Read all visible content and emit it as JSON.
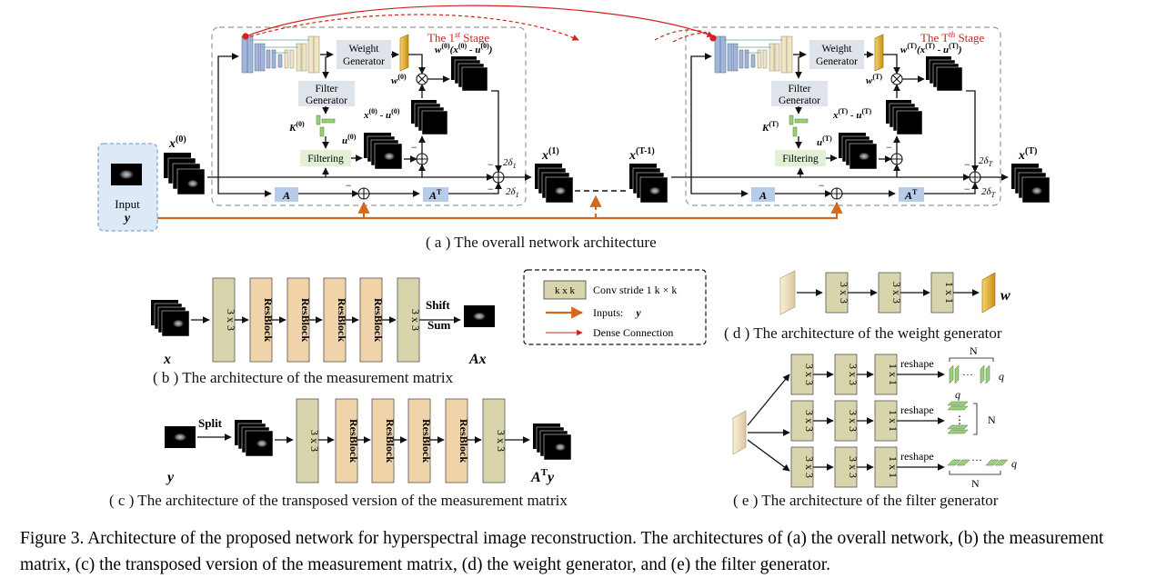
{
  "input": {
    "label": "Input",
    "var": "y"
  },
  "vars": {
    "x0": "x",
    "x0_sup": "(0)",
    "x1": "x",
    "x1_sup": "(1)",
    "xT1": "x",
    "xT1_sup": "(T-1)",
    "xT": "x",
    "xT_sup": "(T)"
  },
  "stage1": {
    "title_pre": "The 1",
    "title_sup": "st",
    "title_post": " Stage",
    "weight_gen": [
      "Weight",
      "Generator"
    ],
    "filter_gen": [
      "Filter",
      "Generator"
    ],
    "filtering": "Filtering",
    "w": "w",
    "w_sup": "(0)",
    "K": "K",
    "K_sup": "(0)",
    "u": "u",
    "u_sup": "(0)",
    "xu": "x",
    "xu_sup": "(0)",
    "xu_mid": " - ",
    "xu_u": "u",
    "xu_u_sup": "(0)",
    "wxu": "w",
    "wxu_sup": "(0)",
    "wxu_open": "(x",
    "wxu_x_sup": "(0)",
    "wxu_mid": " - ",
    "wxu_u": "u",
    "wxu_u_sup": "(0)",
    "wxu_close": ")",
    "delta_pre": "2δ",
    "delta_sub": "1",
    "A": "A",
    "AT": "A",
    "AT_sup": "T",
    "minus": "−"
  },
  "stageT": {
    "title_pre": "The T",
    "title_sup": "th",
    "title_post": " Stage",
    "weight_gen": [
      "Weight",
      "Generator"
    ],
    "filter_gen": [
      "Filter",
      "Generator"
    ],
    "filtering": "Filtering",
    "w": "w",
    "w_sup": "(T)",
    "K": "K",
    "K_sup": "(T)",
    "u": "u",
    "u_sup": "(T)",
    "xu": "x",
    "xu_sup": "(T)",
    "xu_mid": " - ",
    "xu_u": "u",
    "xu_u_sup": "(T)",
    "wxu": "w",
    "wxu_sup": "(T)",
    "wxu_open": "(x",
    "wxu_x_sup": "(T)",
    "wxu_mid": " - ",
    "wxu_u": "u",
    "wxu_u_sup": "(T)",
    "wxu_close": ")",
    "delta_pre": "2δ",
    "delta_sub": "T",
    "A": "A",
    "AT": "A",
    "AT_sup": "T",
    "minus": "−"
  },
  "sub_a": "( a )   The overall network architecture",
  "sub_b": "( b ) The architecture of the measurement matrix",
  "sub_c": "( c ) The architecture of the transposed version of  the measurement matrix",
  "sub_d": "( d ) The architecture of the weight generator",
  "sub_e": "( e ) The architecture of the filter generator",
  "blocks": {
    "conv3": "3 x 3",
    "conv1": "1 x 1",
    "res": "ResBlock",
    "kxk": "k x k"
  },
  "b": {
    "shift": "Shift",
    "sum": "Sum",
    "x": "x",
    "Ax": "Ax"
  },
  "c": {
    "split": "Split",
    "y": "y",
    "ATy_A": "A",
    "ATy_T": "T",
    "ATy_y": "y"
  },
  "d": {
    "w": "w"
  },
  "e": {
    "reshape": "reshape",
    "N": "N",
    "q": "q",
    "dots": "···",
    "vdots": "⋮"
  },
  "legend": {
    "conv": "Conv  stride 1  k × k",
    "inputs": "Inputs:",
    "inputs_var": "y",
    "dense": "Dense Connection"
  },
  "caption": "Figure 3. Architecture of the proposed network for hyperspectral image reconstruction. The architectures of (a) the overall network, (b) the measurement matrix, (c) the transposed version of the measurement matrix, (d) the weight generator, and (e) the filter generator.",
  "colors": {
    "input_box": "#dde9f7",
    "input_border": "#7fa6d6",
    "unet_blue": "#9fb6dd",
    "unet_beige": "#f1e4c2",
    "gray_box": "#dfe3ea",
    "filter_green": "#e4f0d6",
    "A_box": "#b7cbea",
    "weight_gold": "#e8b53e",
    "conv_olive": "#d8d4ab",
    "res_tan": "#f0d3a8",
    "orange": "#d2691e",
    "red": "#d42020",
    "kernel_green": "#9ccf7c"
  }
}
